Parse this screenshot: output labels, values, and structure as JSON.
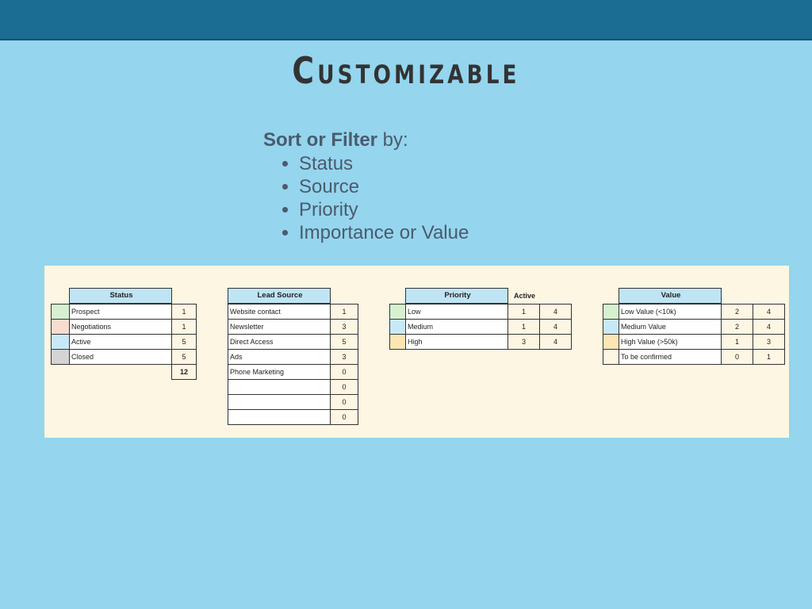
{
  "title": "Customizable",
  "intro": {
    "heading_bold": "Sort or Filter",
    "heading_rest": " by:",
    "bullets": [
      "Status",
      "Source",
      "Priority",
      "Importance or Value"
    ]
  },
  "tables": {
    "status": {
      "header": "Status",
      "rows": [
        {
          "label": "Prospect",
          "color": "#d6f0d0",
          "count": "1"
        },
        {
          "label": "Negotiations",
          "color": "#f8dcd0",
          "count": "1"
        },
        {
          "label": "Active",
          "color": "#c8e8f8",
          "count": "5"
        },
        {
          "label": "Closed",
          "color": "#d4d4d4",
          "count": "5"
        }
      ],
      "total": "12"
    },
    "lead_source": {
      "header": "Lead Source",
      "rows": [
        {
          "label": "Website contact",
          "count": "1"
        },
        {
          "label": "Newsletter",
          "count": "3"
        },
        {
          "label": "Direct Access",
          "count": "5"
        },
        {
          "label": "Ads",
          "count": "3"
        },
        {
          "label": "Phone Marketing",
          "count": "0"
        },
        {
          "label": "",
          "count": "0"
        },
        {
          "label": "",
          "count": "0"
        },
        {
          "label": "",
          "count": "0"
        }
      ]
    },
    "priority": {
      "header": "Priority",
      "extra_label": "Active",
      "rows": [
        {
          "label": "Low",
          "color": "#d6f0d0",
          "count": "1",
          "total": "4"
        },
        {
          "label": "Medium",
          "color": "#c8e8f8",
          "count": "1",
          "total": "4"
        },
        {
          "label": "High",
          "color": "#fbe6b4",
          "count": "3",
          "total": "4"
        }
      ]
    },
    "value": {
      "header": "Value",
      "rows": [
        {
          "label": "Low Value (<10k)",
          "color": "#d6f0d0",
          "count": "2",
          "total": "4"
        },
        {
          "label": "Medium Value",
          "color": "#c8e8f8",
          "count": "2",
          "total": "4"
        },
        {
          "label": "High Value (>50k)",
          "color": "#fbe6b4",
          "count": "1",
          "total": "3"
        },
        {
          "label": "To be confirmed",
          "color": "#fdf6e3",
          "count": "0",
          "total": "1"
        }
      ]
    }
  }
}
